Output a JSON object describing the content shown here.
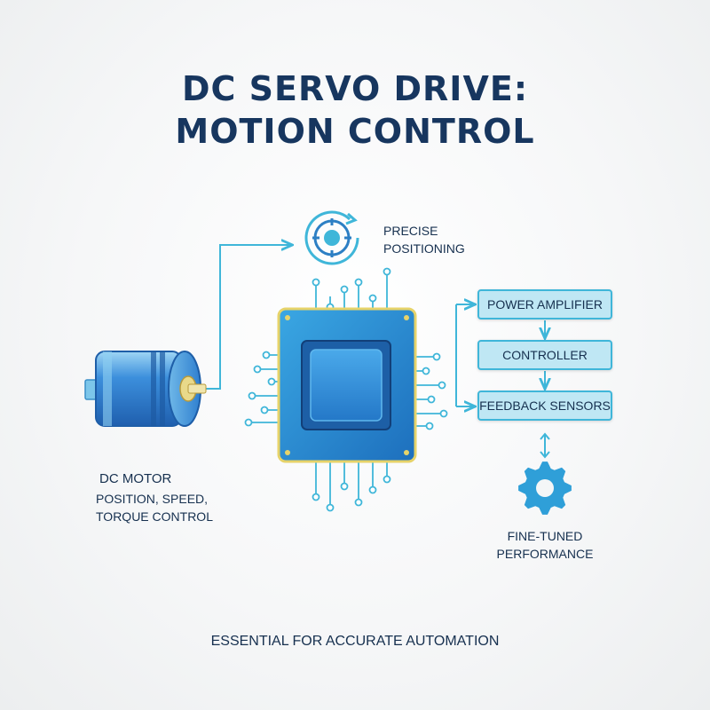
{
  "title": {
    "line1": "DC SERVO DRIVE:",
    "line2": "MOTION CONTROL"
  },
  "positioning": {
    "line1": "PRECISE",
    "line2": "POSITIONING",
    "icon": "circular-target-icon"
  },
  "motor": {
    "name": "DC MOTOR",
    "desc_line1": "POSITION, SPEED,",
    "desc_line2": "TORQUE CONTROL",
    "icon": "dc-motor-icon"
  },
  "chip": {
    "icon": "microcontroller-chip-icon"
  },
  "blocks": [
    {
      "label": "POWER AMPLIFIER"
    },
    {
      "label": "CONTROLLER"
    },
    {
      "label": "FEEDBACK SENSORS"
    }
  ],
  "performance": {
    "line1": "FINE-TUNED",
    "line2": "PERFORMANCE",
    "icon": "gear-icon"
  },
  "footer": "ESSENTIAL FOR ACCURATE AUTOMATION",
  "colors": {
    "title": "#17365f",
    "accent": "#3fb6d9",
    "chip": "#2b8fd2",
    "block_fill": "#bfe7f4",
    "motor": "#2f7fcf"
  }
}
